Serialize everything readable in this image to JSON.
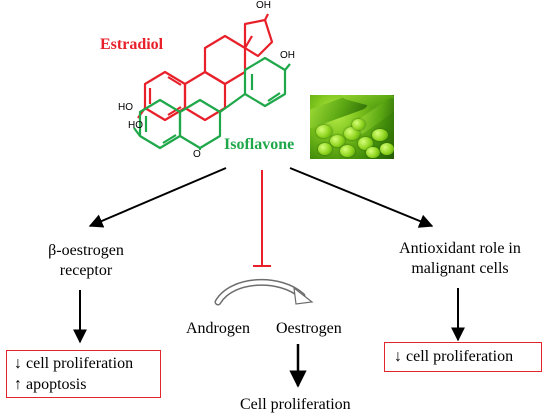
{
  "molecules": {
    "estradiol_label": "Estradiol",
    "isoflavone_label": "Isoflavone",
    "oh_top": "OH",
    "oh_right": "OH",
    "ho_left_upper": "HO",
    "ho_left_lower": "HO",
    "ring_oxygen": "O"
  },
  "colors": {
    "estradiol": "#e8202a",
    "isoflavone": "#1fa84a",
    "inhibit": "#e8202a",
    "arrow": "#000000",
    "box_border": "#e0262b"
  },
  "photo": {
    "icon": "soybeans-photo"
  },
  "branches": {
    "left": {
      "label_line1": "β-oestrogen",
      "label_line2": "receptor",
      "outcome_line1": "↓ cell proliferation",
      "outcome_line2": "↑ apoptosis"
    },
    "middle": {
      "androgen": "Androgen",
      "oestrogen": "Oestrogen",
      "outcome": "Cell proliferation"
    },
    "right": {
      "label_line1": "Antioxidant role in",
      "label_line2": "malignant cells",
      "outcome": "↓ cell proliferation"
    }
  }
}
